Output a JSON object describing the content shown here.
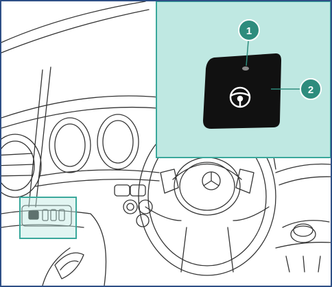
{
  "colors": {
    "frame_border": "#2e4f86",
    "inset_fill": "#bfe8e2",
    "inset_border": "#3aa89b",
    "callout_fill": "#2e8c7d",
    "callout_ring": "#ffffff",
    "button_dark": "#111111",
    "line_art": "#333333"
  },
  "callouts": [
    {
      "number": "1",
      "meaning": "indicator-lamp"
    },
    {
      "number": "2",
      "meaning": "steering-wheel-button"
    }
  ],
  "icons": {
    "button_symbol": "steering-wheel-icon",
    "brand_emblem": "three-pointed-star-icon"
  }
}
